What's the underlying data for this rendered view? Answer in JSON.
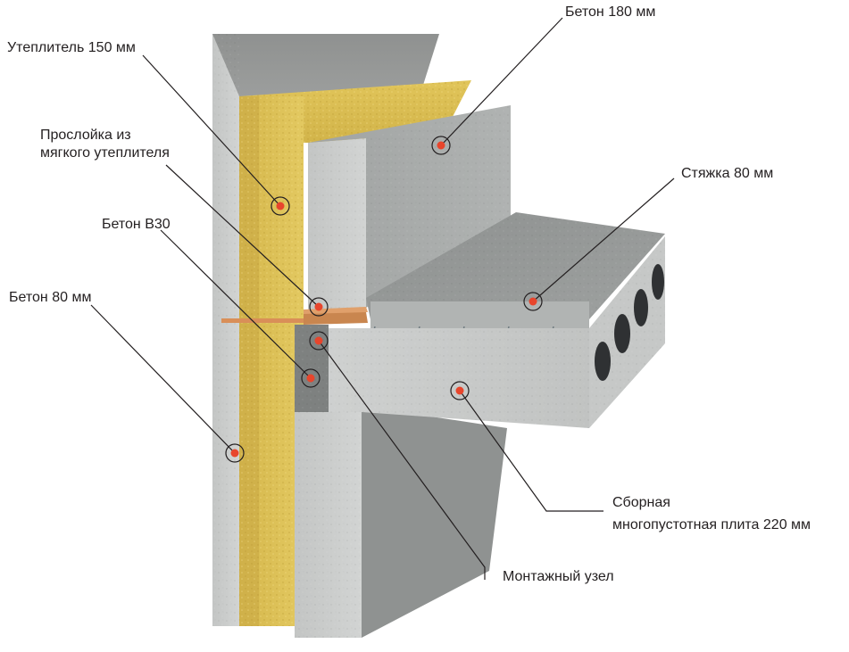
{
  "labels": {
    "insulation": "Утеплитель 150 мм",
    "soft_layer_line1": "Прослойка из",
    "soft_layer_line2": "мягкого утеплителя",
    "concrete_b30": "Бетон В30",
    "concrete_80": "Бетон 80 мм",
    "concrete_180": "Бетон 180 мм",
    "screed": "Стяжка 80 мм",
    "slab_line1": "Сборная",
    "slab_line2": "многопустотная плита  220 мм",
    "mounting_node": "Монтажный узел"
  },
  "colors": {
    "marker": "#e8452c",
    "leader_line": "#231f20",
    "text": "#231f20"
  }
}
